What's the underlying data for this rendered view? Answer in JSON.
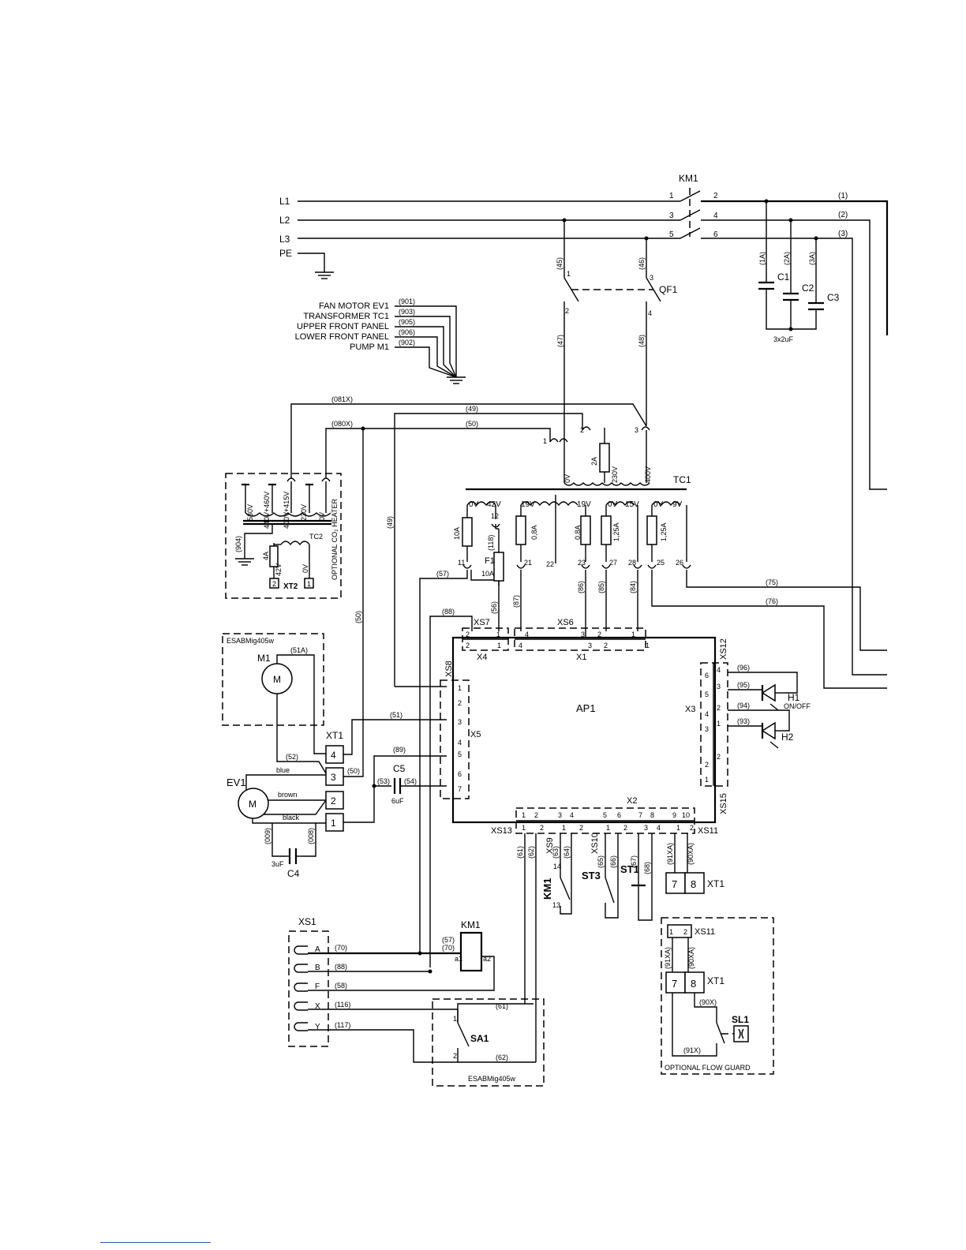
{
  "mains": {
    "l1": "L1",
    "l2": "L2",
    "l3": "L3",
    "pe": "PE"
  },
  "km1": {
    "label": "KM1",
    "t1": "1",
    "t2": "2",
    "t3": "3",
    "t4": "4",
    "t5": "5",
    "t6": "6"
  },
  "phase_wires": {
    "w1": "(1)",
    "w2": "(2)",
    "w3": "(3)"
  },
  "caps": {
    "c1": "C1",
    "c2": "C2",
    "c3": "C3",
    "w1a": "(1A)",
    "w2a": "(2A)",
    "w3a": "(3A)",
    "rating": "3x2uF"
  },
  "qf1": {
    "label": "QF1",
    "t1": "1",
    "t2": "2",
    "t3": "3",
    "t4": "4",
    "w45": "(45)",
    "w46": "(46)",
    "w47": "(47)",
    "w48": "(48)"
  },
  "ground_legend": [
    {
      "label": "FAN MOTOR EV1",
      "wire": "(901)"
    },
    {
      "label": "TRANSFORMER TC1",
      "wire": "(903)"
    },
    {
      "label": "UPPER FRONT PANEL",
      "wire": "(905)"
    },
    {
      "label": "LOWER FRONT PANEL",
      "wire": "(906)"
    },
    {
      "label": "PUMP M1",
      "wire": "(902)"
    }
  ],
  "top_wires": {
    "w081x": "(081X)",
    "w080x": "(080X)",
    "w49": "(49)",
    "w50": "(50)",
    "w49v": "(49)",
    "w50v": "(50)"
  },
  "tc1": {
    "label": "TC1",
    "prim_0v": "0V",
    "prim_230v": "230V",
    "prim_400v": "400V",
    "fuse_2a": "2A",
    "p1": "1",
    "p2": "2",
    "p3": "3",
    "sec": [
      "0V",
      "42V",
      "19V",
      "19V",
      "0V",
      "15V",
      "0V",
      "9V"
    ],
    "fuses": [
      "10A",
      "0,8A",
      "0,8A",
      "1,25A",
      "1,25A"
    ],
    "terms": [
      "11",
      "12",
      "21",
      "22",
      "23",
      "27",
      "28",
      "25",
      "26"
    ],
    "f1": "F1",
    "f1_rating": "10A",
    "w118": "(118)"
  },
  "tc2": {
    "label": "TC2",
    "caption": "OPTIONAL CO₂ HEATER",
    "taps": [
      "530V",
      "440V+460V",
      "400V+415V",
      "230V",
      "0V"
    ],
    "fuse": "4A",
    "out_a": "42V",
    "out_b": "0V",
    "w904": "(904)",
    "xt2": "XT2",
    "xt2_1": "1",
    "xt2_2": "2"
  },
  "wires_mid": {
    "w57": "(57)",
    "w88": "(88)",
    "w56": "(56)",
    "w87": "(87)",
    "w86": "(86)",
    "w85": "(85)",
    "w84": "(84)",
    "w75": "(75)",
    "w76": "(76)",
    "w51a": "(51A)",
    "w51": "(51)",
    "w89": "(89)",
    "w52": "(52)",
    "w50b": "(50)",
    "w53": "(53)",
    "w54": "(54)",
    "w009": "(009)",
    "w008": "(008)",
    "w96": "(96)",
    "w95": "(95)",
    "w94": "(94)",
    "w93": "(93)"
  },
  "ap1": {
    "label": "AP1",
    "xs7": "XS7",
    "xs6": "XS6",
    "x4": "X4",
    "x1": "X1",
    "xs8": "XS8",
    "x5": "X5",
    "xs12": "XS12",
    "x3": "X3",
    "xs15": "XS15",
    "x2": "X2",
    "xs13": "XS13",
    "xs9": "XS9",
    "xs10": "XS10",
    "xs11": "XS11"
  },
  "leds": {
    "h1": "H1",
    "h1_caption": "ON/OFF",
    "h2": "H2"
  },
  "motors": {
    "m1": "M1",
    "m1_letter": "M",
    "ev1": "EV1",
    "ev1_letter": "M",
    "esab": "ESABMig405w"
  },
  "xt1": {
    "label": "XT1",
    "pins": [
      "4",
      "3",
      "2",
      "1"
    ]
  },
  "colors_labels": {
    "blue": "blue",
    "brown": "brown",
    "black": "black"
  },
  "c5": {
    "label": "C5",
    "rating": "6uF"
  },
  "c4": {
    "label": "C4",
    "rating": "3uF"
  },
  "x2_wires": {
    "w61": "(61)",
    "w62": "(62)",
    "w63": "(63)",
    "w64": "(64)",
    "w65": "(65)",
    "w66": "(66)",
    "w67": "(67)",
    "w68": "(68)",
    "w91xa": "(91XA)",
    "w90xa": "(90XA)"
  },
  "switches": {
    "km1": "KM1",
    "km1_13": "13",
    "km1_14": "14",
    "st3": "ST3",
    "st1": "ST1"
  },
  "xt1b": {
    "label": "XT1",
    "p7": "7",
    "p8": "8"
  },
  "xs1": {
    "label": "XS1",
    "pins": [
      {
        "pin": "A",
        "wire": "(70)"
      },
      {
        "pin": "B",
        "wire": "(88)"
      },
      {
        "pin": "F",
        "wire": "(58)"
      },
      {
        "pin": "X",
        "wire": "(116)"
      },
      {
        "pin": "Y",
        "wire": "(117)"
      }
    ]
  },
  "km1_coil": {
    "label": "KM1",
    "w57": "(57)",
    "w70": "(70)",
    "a1": "a1",
    "a2": "a2"
  },
  "sa1": {
    "label": "SA1",
    "t1": "1",
    "t2": "2",
    "w61": "(61)",
    "w62": "(62)",
    "caption": "ESABMig405w"
  },
  "flow": {
    "xs11": "XS11",
    "xt1": "XT1",
    "p7": "7",
    "p8": "8",
    "w91xa": "(91XA)",
    "w90xa": "(90XA)",
    "w90x": "(90X)",
    "w91x": "(91X)",
    "sl1": "SL1",
    "caption": "OPTIONAL FLOW GUARD"
  },
  "pins": {
    "n1": "1",
    "n2": "2",
    "n3": "3",
    "n4": "4",
    "n5": "5",
    "n6": "6",
    "n7": "7",
    "n8": "8",
    "n9": "9",
    "n10": "10"
  }
}
